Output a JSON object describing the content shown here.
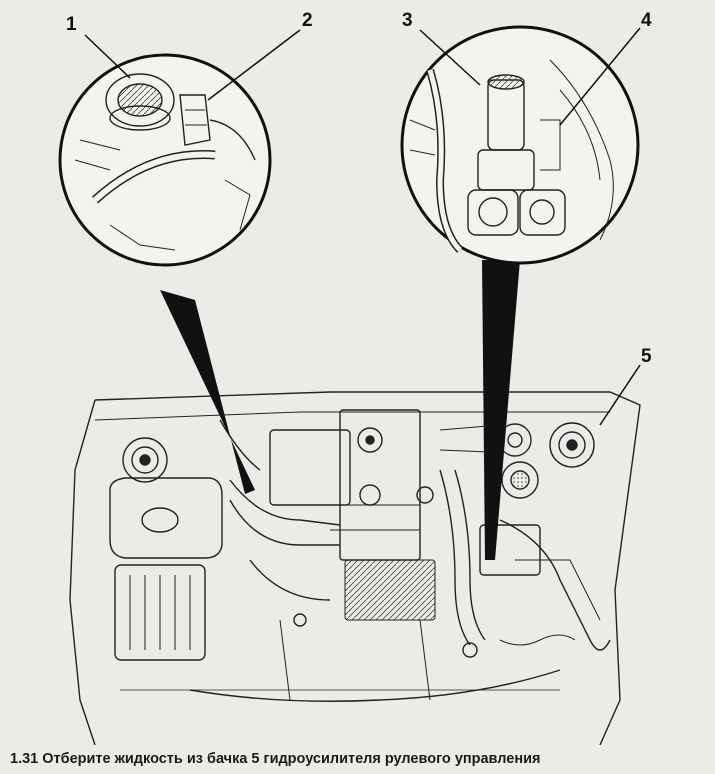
{
  "figure": {
    "callouts": [
      "1",
      "2",
      "3",
      "4",
      "5"
    ]
  },
  "caption": "1.31 Отберите жидкость из бачка 5 гидроусилителя рулевого управления"
}
